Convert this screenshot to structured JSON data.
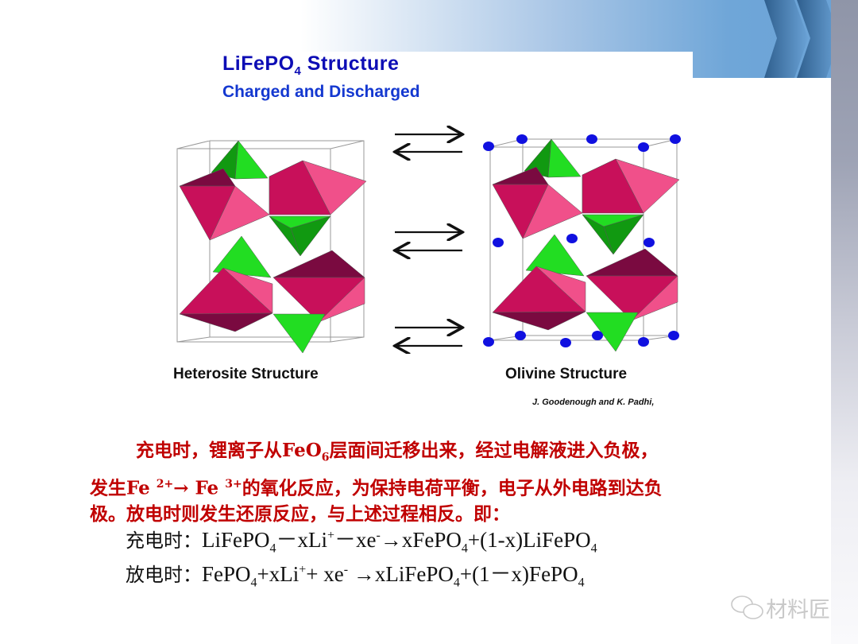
{
  "slide": {
    "title": {
      "main": "LiFePO",
      "sub": "4",
      "rest": " Structure"
    },
    "subtitle": "Charged and Discharged",
    "left_label": "Heterosite Structure",
    "right_label": "Olivine Structure",
    "citation": "J. Goodenough and K. Padhi,",
    "paragraph": {
      "l1a": "充电时，锂离子从FeO",
      "l1sub": "6",
      "l1b": "层面间迁移出来，经过电解液进入负极，",
      "l2a": "发生Fe ",
      "l2sup1": "2+",
      "l2b": "→ Fe ",
      "l2sup2": "3+",
      "l2c": "的氧化反应，为保持电荷平衡，电子从外电路到达负",
      "l3": "极。放电时则发生还原反应，与上述过程相反。即："
    },
    "eq1": {
      "label": "充电时：",
      "p1": "LiFePO",
      "s1": "4",
      "p2": "－xLi",
      "sup1": "+",
      "p3": "－xe",
      "sup2": "-",
      "p4": "→xFePO",
      "s2": "4",
      "p5": "+(1-x)LiFePO",
      "s3": "4"
    },
    "eq2": {
      "label": "放电时：",
      "p1": "FePO",
      "s1": "4",
      "p2": "+xLi",
      "sup1": "+",
      "p3": "+ xe",
      "sup2": "-",
      "p4": " →xLiFePO",
      "s2": "4",
      "p5": "+(1－x)FePO",
      "s3": "4"
    },
    "watermark": "材料匠"
  },
  "colors": {
    "title": "#0d0db5",
    "paragraph": "#c00000",
    "octahedron": "#d0105a",
    "tetrahedron": "#22cc22",
    "lithium": "#1010e0"
  }
}
